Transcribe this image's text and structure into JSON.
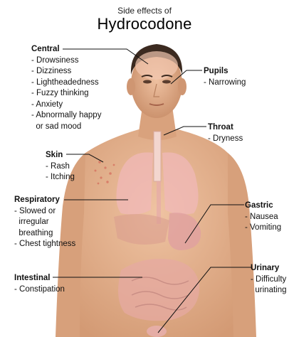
{
  "subtitle": "Side effects of",
  "title": "Hydrocodone",
  "labels": {
    "central": {
      "heading": "Central",
      "items": [
        "- Drowsiness",
        "- Dizziness",
        "- Lightheadedness",
        "- Fuzzy thinking",
        "- Anxiety",
        "- Abnormally happy",
        "  or sad mood"
      ]
    },
    "pupils": {
      "heading": "Pupils",
      "items": [
        "- Narrowing"
      ]
    },
    "throat": {
      "heading": "Throat",
      "items": [
        "- Dryness"
      ]
    },
    "skin": {
      "heading": "Skin",
      "items": [
        "- Rash",
        "- Itching"
      ]
    },
    "respiratory": {
      "heading": "Respiratory",
      "items": [
        "- Slowed or",
        "  irregular",
        "  breathing",
        "- Chest tightness"
      ]
    },
    "gastric": {
      "heading": "Gastric",
      "items": [
        "- Nausea",
        "- Vomiting"
      ]
    },
    "intestinal": {
      "heading": "Intestinal",
      "items": [
        "- Constipation"
      ]
    },
    "urinary": {
      "heading": "Urinary",
      "items": [
        "- Difficulty",
        "  urinating"
      ]
    }
  },
  "colors": {
    "skin": "#e8b896",
    "skin_shadow": "#c98f6a",
    "hair": "#3b2a20",
    "lungs": "#f0b8b8",
    "organs": "#e0a0a0",
    "leader_line": "#111111"
  }
}
